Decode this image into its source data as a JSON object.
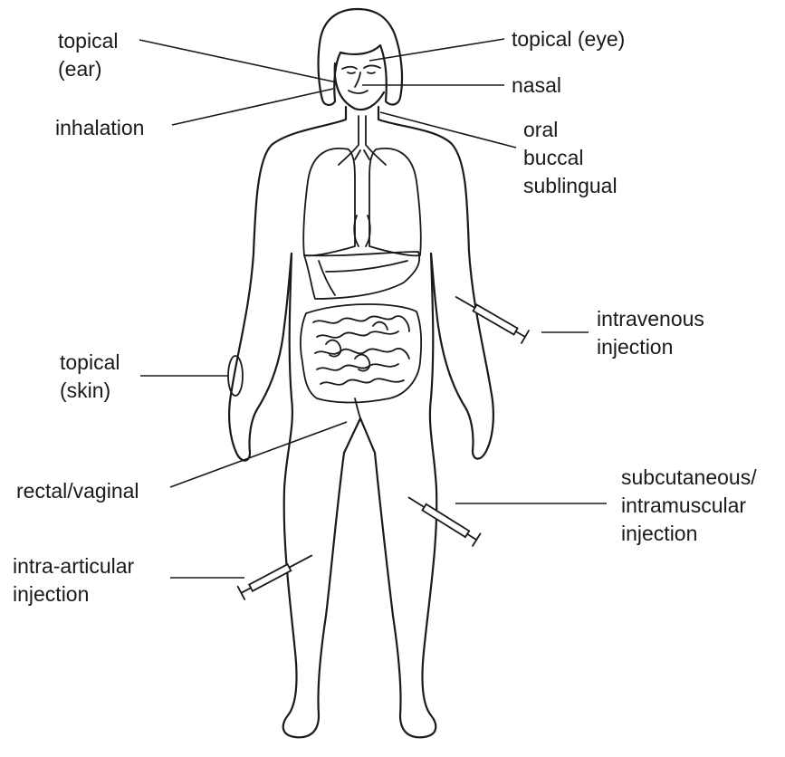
{
  "labels": {
    "topical_ear": "topical\n(ear)",
    "inhalation": "inhalation",
    "topical_eye": "topical (eye)",
    "nasal": "nasal",
    "oral_group": "oral\nbuccal\nsublingual",
    "intravenous": "intravenous\ninjection",
    "topical_skin": "topical\n(skin)",
    "rectal_vaginal": "rectal/vaginal",
    "subcutaneous": "subcutaneous/\nintramuscular\ninjection",
    "intra_articular": "intra-articular\ninjection"
  },
  "colors": {
    "ink": "#1a1a1a",
    "background": "#ffffff"
  }
}
